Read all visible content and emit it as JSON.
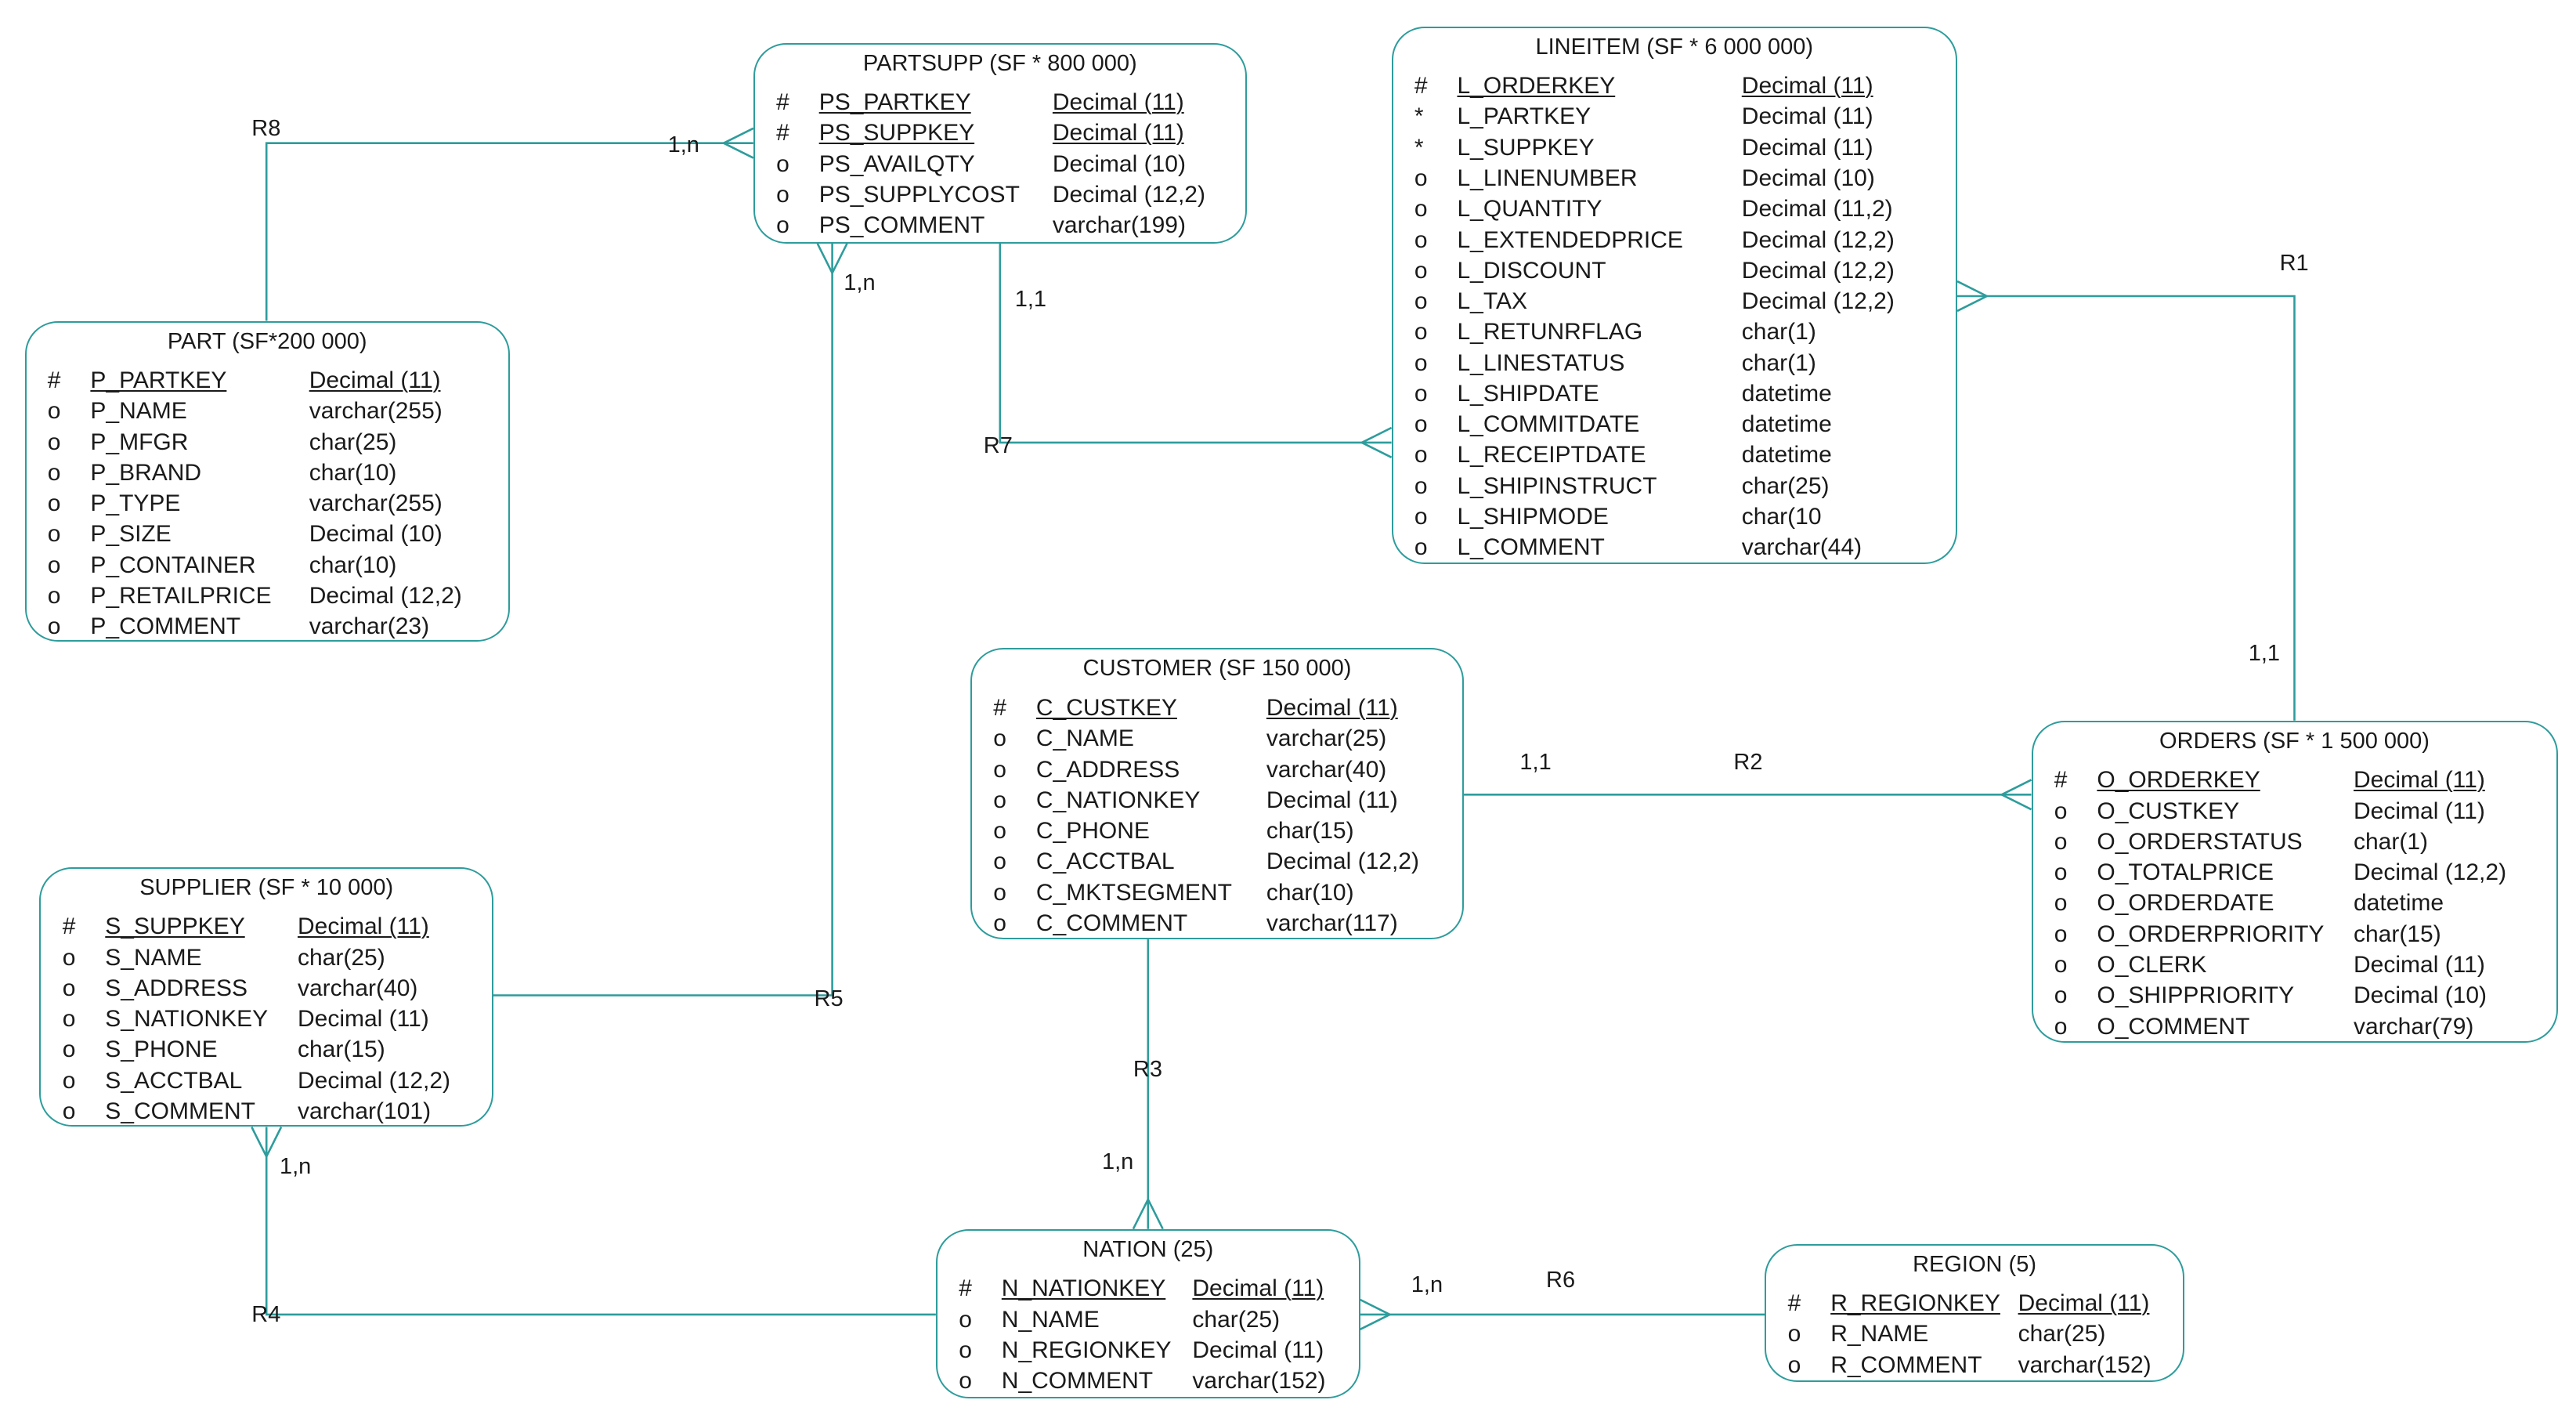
{
  "colors": {
    "line": "#2e9c9c",
    "text": "#1a1a1a",
    "background": "#ffffff"
  },
  "entities": [
    {
      "id": "partsupp",
      "title": "PARTSUPP (SF * 800 000)",
      "attributes": [
        {
          "marker": "#",
          "name": "PS_PARTKEY",
          "type": "Decimal (11)",
          "key": true
        },
        {
          "marker": "#",
          "name": "PS_SUPPKEY",
          "type": "Decimal (11)",
          "key": true
        },
        {
          "marker": "o",
          "name": "PS_AVAILQTY",
          "type": "Decimal (10)",
          "key": false
        },
        {
          "marker": "o",
          "name": "PS_SUPPLYCOST",
          "type": "Decimal (12,2)",
          "key": false
        },
        {
          "marker": "o",
          "name": "PS_COMMENT",
          "type": "varchar(199)",
          "key": false
        }
      ]
    },
    {
      "id": "lineitem",
      "title": "LINEITEM (SF * 6 000 000)",
      "attributes": [
        {
          "marker": "#",
          "name": "L_ORDERKEY",
          "type": "Decimal (11)",
          "key": true
        },
        {
          "marker": "*",
          "name": "L_PARTKEY",
          "type": "Decimal (11)",
          "key": false
        },
        {
          "marker": "*",
          "name": "L_SUPPKEY",
          "type": "Decimal (11)",
          "key": false
        },
        {
          "marker": "o",
          "name": "L_LINENUMBER",
          "type": "Decimal (10)",
          "key": false
        },
        {
          "marker": "o",
          "name": "L_QUANTITY",
          "type": "Decimal (11,2)",
          "key": false
        },
        {
          "marker": "o",
          "name": "L_EXTENDEDPRICE",
          "type": "Decimal (12,2)",
          "key": false
        },
        {
          "marker": "o",
          "name": "L_DISCOUNT",
          "type": "Decimal (12,2)",
          "key": false
        },
        {
          "marker": "o",
          "name": "L_TAX",
          "type": "Decimal (12,2)",
          "key": false
        },
        {
          "marker": "o",
          "name": "L_RETUNRFLAG",
          "type": "char(1)",
          "key": false
        },
        {
          "marker": "o",
          "name": "L_LINESTATUS",
          "type": "char(1)",
          "key": false
        },
        {
          "marker": "o",
          "name": "L_SHIPDATE",
          "type": "datetime",
          "key": false
        },
        {
          "marker": "o",
          "name": "L_COMMITDATE",
          "type": "datetime",
          "key": false
        },
        {
          "marker": "o",
          "name": "L_RECEIPTDATE",
          "type": "datetime",
          "key": false
        },
        {
          "marker": "o",
          "name": "L_SHIPINSTRUCT",
          "type": "char(25)",
          "key": false
        },
        {
          "marker": "o",
          "name": "L_SHIPMODE",
          "type": "char(10",
          "key": false
        },
        {
          "marker": "o",
          "name": "L_COMMENT",
          "type": "varchar(44)",
          "key": false
        }
      ]
    },
    {
      "id": "part",
      "title": "PART (SF*200 000)",
      "attributes": [
        {
          "marker": "#",
          "name": "P_PARTKEY",
          "type": "Decimal (11)",
          "key": true
        },
        {
          "marker": "o",
          "name": "P_NAME",
          "type": "varchar(255)",
          "key": false
        },
        {
          "marker": "o",
          "name": "P_MFGR",
          "type": "char(25)",
          "key": false
        },
        {
          "marker": "o",
          "name": "P_BRAND",
          "type": "char(10)",
          "key": false
        },
        {
          "marker": "o",
          "name": "P_TYPE",
          "type": "varchar(255)",
          "key": false
        },
        {
          "marker": "o",
          "name": "P_SIZE",
          "type": "Decimal (10)",
          "key": false
        },
        {
          "marker": "o",
          "name": "P_CONTAINER",
          "type": "char(10)",
          "key": false
        },
        {
          "marker": "o",
          "name": "P_RETAILPRICE",
          "type": "Decimal (12,2)",
          "key": false
        },
        {
          "marker": "o",
          "name": "P_COMMENT",
          "type": "varchar(23)",
          "key": false
        }
      ]
    },
    {
      "id": "customer",
      "title": "CUSTOMER (SF 150 000)",
      "attributes": [
        {
          "marker": "#",
          "name": "C_CUSTKEY",
          "type": "Decimal (11)",
          "key": true
        },
        {
          "marker": "o",
          "name": "C_NAME",
          "type": "varchar(25)",
          "key": false
        },
        {
          "marker": "o",
          "name": "C_ADDRESS",
          "type": "varchar(40)",
          "key": false
        },
        {
          "marker": "o",
          "name": "C_NATIONKEY",
          "type": "Decimal (11)",
          "key": false
        },
        {
          "marker": "o",
          "name": "C_PHONE",
          "type": "char(15)",
          "key": false
        },
        {
          "marker": "o",
          "name": "C_ACCTBAL",
          "type": "Decimal (12,2)",
          "key": false
        },
        {
          "marker": "o",
          "name": "C_MKTSEGMENT",
          "type": "char(10)",
          "key": false
        },
        {
          "marker": "o",
          "name": "C_COMMENT",
          "type": "varchar(117)",
          "key": false
        }
      ]
    },
    {
      "id": "orders",
      "title": "ORDERS (SF * 1 500 000)",
      "attributes": [
        {
          "marker": "#",
          "name": "O_ORDERKEY",
          "type": "Decimal (11)",
          "key": true
        },
        {
          "marker": "o",
          "name": "O_CUSTKEY",
          "type": "Decimal (11)",
          "key": false
        },
        {
          "marker": "o",
          "name": "O_ORDERSTATUS",
          "type": "char(1)",
          "key": false
        },
        {
          "marker": "o",
          "name": "O_TOTALPRICE",
          "type": "Decimal (12,2)",
          "key": false
        },
        {
          "marker": "o",
          "name": "O_ORDERDATE",
          "type": "datetime",
          "key": false
        },
        {
          "marker": "o",
          "name": "O_ORDERPRIORITY",
          "type": "char(15)",
          "key": false
        },
        {
          "marker": "o",
          "name": "O_CLERK",
          "type": "Decimal (11)",
          "key": false
        },
        {
          "marker": "o",
          "name": "O_SHIPPRIORITY",
          "type": "Decimal (10)",
          "key": false
        },
        {
          "marker": "o",
          "name": "O_COMMENT",
          "type": "varchar(79)",
          "key": false
        }
      ]
    },
    {
      "id": "supplier",
      "title": "SUPPLIER (SF * 10 000)",
      "attributes": [
        {
          "marker": "#",
          "name": "S_SUPPKEY",
          "type": "Decimal (11)",
          "key": true
        },
        {
          "marker": "o",
          "name": "S_NAME",
          "type": "char(25)",
          "key": false
        },
        {
          "marker": "o",
          "name": "S_ADDRESS",
          "type": "varchar(40)",
          "key": false
        },
        {
          "marker": "o",
          "name": "S_NATIONKEY",
          "type": "Decimal (11)",
          "key": false
        },
        {
          "marker": "o",
          "name": "S_PHONE",
          "type": "char(15)",
          "key": false
        },
        {
          "marker": "o",
          "name": "S_ACCTBAL",
          "type": "Decimal (12,2)",
          "key": false
        },
        {
          "marker": "o",
          "name": "S_COMMENT",
          "type": "varchar(101)",
          "key": false
        }
      ]
    },
    {
      "id": "nation",
      "title": "NATION (25)",
      "attributes": [
        {
          "marker": "#",
          "name": "N_NATIONKEY",
          "type": "Decimal (11)",
          "key": true
        },
        {
          "marker": "o",
          "name": "N_NAME",
          "type": "char(25)",
          "key": false
        },
        {
          "marker": "o",
          "name": "N_REGIONKEY",
          "type": "Decimal (11)",
          "key": false
        },
        {
          "marker": "o",
          "name": "N_COMMENT",
          "type": "varchar(152)",
          "key": false
        }
      ]
    },
    {
      "id": "region",
      "title": "REGION (5)",
      "attributes": [
        {
          "marker": "#",
          "name": "R_REGIONKEY",
          "type": "Decimal (11)",
          "key": true
        },
        {
          "marker": "o",
          "name": "R_NAME",
          "type": "char(25)",
          "key": false
        },
        {
          "marker": "o",
          "name": "R_COMMENT",
          "type": "varchar(152)",
          "key": false
        }
      ]
    }
  ],
  "relations": [
    {
      "id": "R1",
      "name": "R1",
      "from": "orders",
      "to": "lineitem",
      "cardinality_one": "1,1",
      "cardinality_many": ""
    },
    {
      "id": "R2",
      "name": "R2",
      "from": "customer",
      "to": "orders",
      "cardinality_one": "1,1",
      "cardinality_many": ""
    },
    {
      "id": "R3",
      "name": "R3",
      "from": "customer",
      "to": "nation",
      "cardinality_one": "",
      "cardinality_many": "1,n"
    },
    {
      "id": "R4",
      "name": "R4",
      "from": "nation",
      "to": "supplier",
      "cardinality_one": "",
      "cardinality_many": "1,n"
    },
    {
      "id": "R5",
      "name": "R5",
      "from": "supplier",
      "to": "partsupp",
      "cardinality_one": "",
      "cardinality_many": "1,n"
    },
    {
      "id": "R6",
      "name": "R6",
      "from": "region",
      "to": "nation",
      "cardinality_one": "",
      "cardinality_many": "1,n"
    },
    {
      "id": "R7",
      "name": "R7",
      "from": "partsupp",
      "to": "lineitem",
      "cardinality_one": "1,1",
      "cardinality_many": ""
    },
    {
      "id": "R8",
      "name": "R8",
      "from": "part",
      "to": "partsupp",
      "cardinality_one": "",
      "cardinality_many": "1,n"
    }
  ]
}
